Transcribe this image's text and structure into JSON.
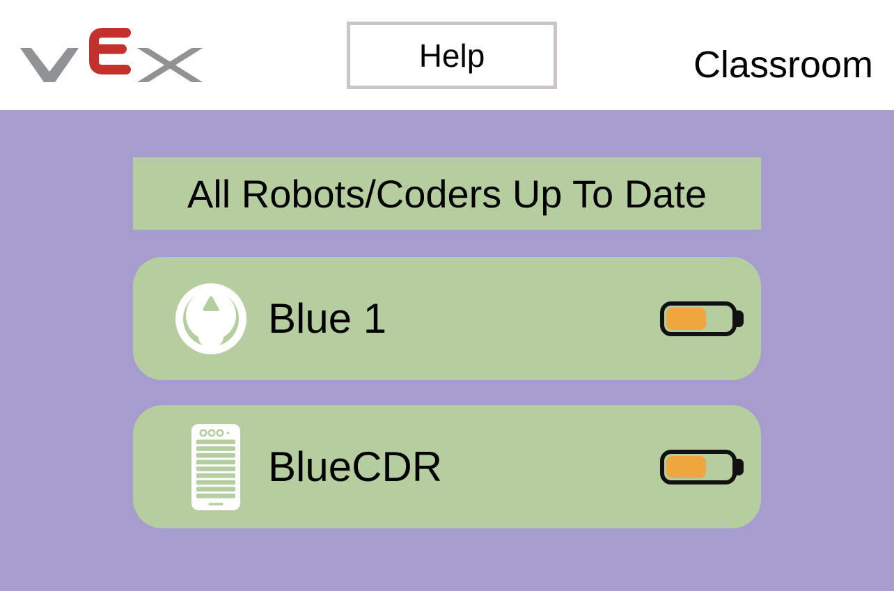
{
  "header": {
    "brand": "VEX",
    "help_label": "Help",
    "classroom_label": "Classroom"
  },
  "banner": {
    "text": "All Robots/Coders Up To Date"
  },
  "devices": [
    {
      "name": "Blue 1",
      "icon": "robot-123-icon",
      "battery_percent": 58,
      "battery_color": "#f0a63e"
    },
    {
      "name": "BlueCDR",
      "icon": "coder-icon",
      "battery_percent": 58,
      "battery_color": "#f0a63e"
    }
  ],
  "colors": {
    "header_background": "#ffffff",
    "main_background": "#a69dce",
    "panel_green": "#b5cd9f",
    "battery_fill": "#f0a63e",
    "battery_outline": "#111111",
    "help_border": "#cbc5c5",
    "logo_gray": "#909295",
    "logo_red": "#c3312f",
    "text": "#000000"
  }
}
